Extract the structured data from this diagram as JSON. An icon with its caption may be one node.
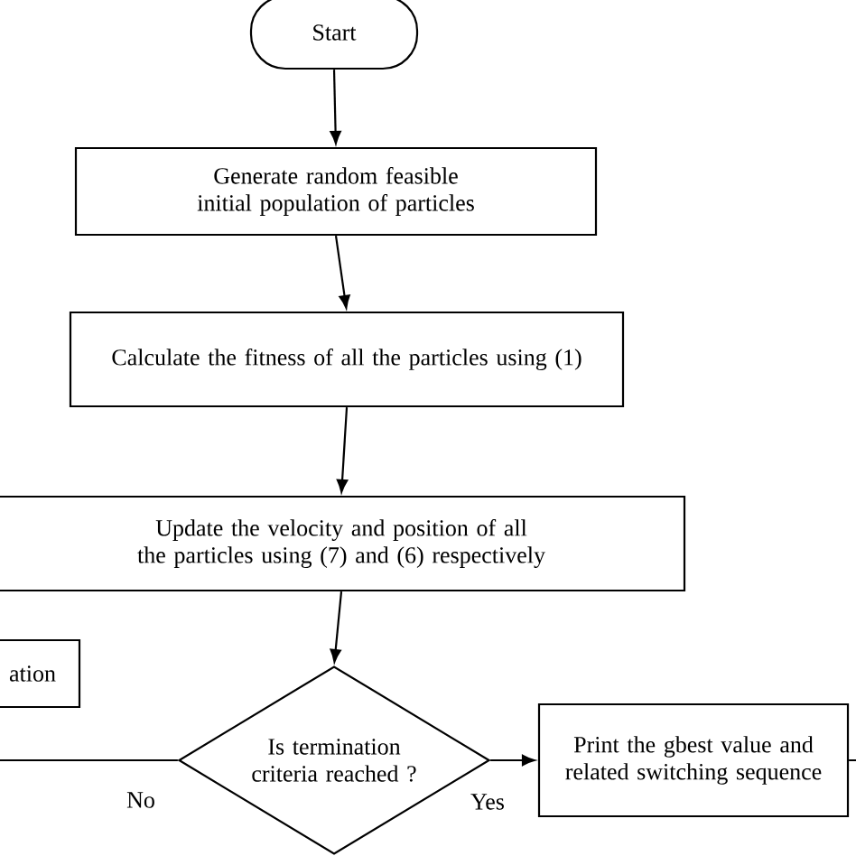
{
  "diagram": {
    "nodes": [
      {
        "text": [
          "Start"
        ]
      },
      {
        "text": [
          "Generate random feasible initial population of particles"
        ]
      },
      {
        "text": [
          "Calculate the fitness of all the particles using (1)"
        ]
      },
      {
        "text": [
          "Update the velocity and position of all the particles using (7) and (6) respectively"
        ]
      },
      {
        "text": [
          "ation"
        ]
      },
      {
        "text": [
          "Is termination criteria reached ?"
        ]
      },
      {
        "text": [
          "Print the gbest value and related switching sequence"
        ]
      }
    ],
    "edges": [
      {
        "from": 0,
        "to": 1,
        "arrow": "to"
      },
      {
        "from": 1,
        "to": 2,
        "arrow": "to"
      },
      {
        "from": 2,
        "to": 3,
        "arrow": "to"
      },
      {
        "from": 3,
        "to": 5,
        "arrow": "to"
      },
      {
        "from": 5,
        "to": 6,
        "arrow": "to",
        "label": "Yes"
      },
      {
        "from": 5,
        "to": null,
        "arrow": "none",
        "label": "No"
      },
      {
        "from": 6,
        "to": null,
        "arrow": "none"
      }
    ]
  }
}
